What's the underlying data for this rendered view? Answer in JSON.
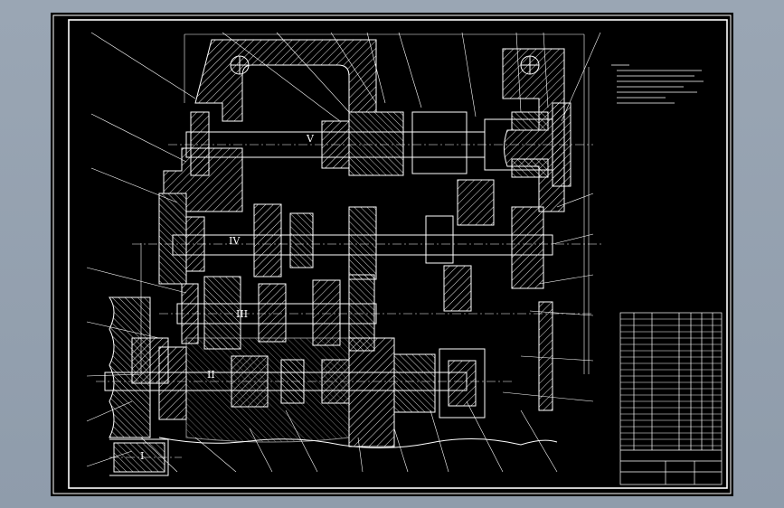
{
  "drawing": {
    "shaft_labels": [
      "V",
      "IV",
      "III",
      "II",
      "I"
    ],
    "colors": {
      "background": "#000000",
      "lines": "#ffffff",
      "frame": "#ffffff",
      "app_background": "#9aa6b4"
    }
  }
}
